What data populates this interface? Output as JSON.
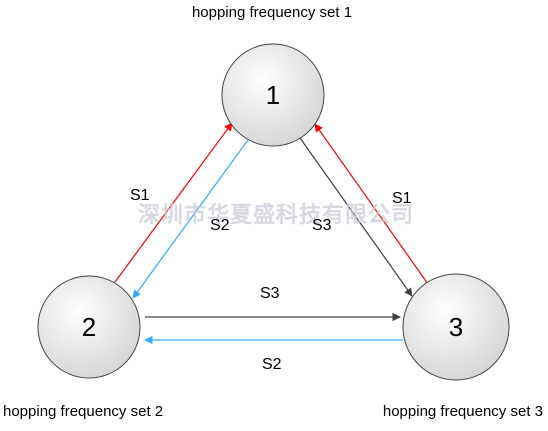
{
  "nodes": [
    {
      "id": "1",
      "label": "1",
      "set_label": "hopping frequency set 1"
    },
    {
      "id": "2",
      "label": "2",
      "set_label": "hopping frequency set 2"
    },
    {
      "id": "3",
      "label": "3",
      "set_label": "hopping frequency set 3"
    }
  ],
  "edges": [
    {
      "from": "2",
      "to": "1",
      "label": "S1",
      "color": "#ff0000"
    },
    {
      "from": "1",
      "to": "2",
      "label": "S2",
      "color": "#33aaff"
    },
    {
      "from": "1",
      "to": "3",
      "label": "S3",
      "color": "#404040"
    },
    {
      "from": "3",
      "to": "1",
      "label": "S1",
      "color": "#ff0000"
    },
    {
      "from": "2",
      "to": "3",
      "label": "S3",
      "color": "#404040"
    },
    {
      "from": "3",
      "to": "2",
      "label": "S2",
      "color": "#33aaff"
    }
  ],
  "watermark": "深圳市华夏盛科技有限公司"
}
